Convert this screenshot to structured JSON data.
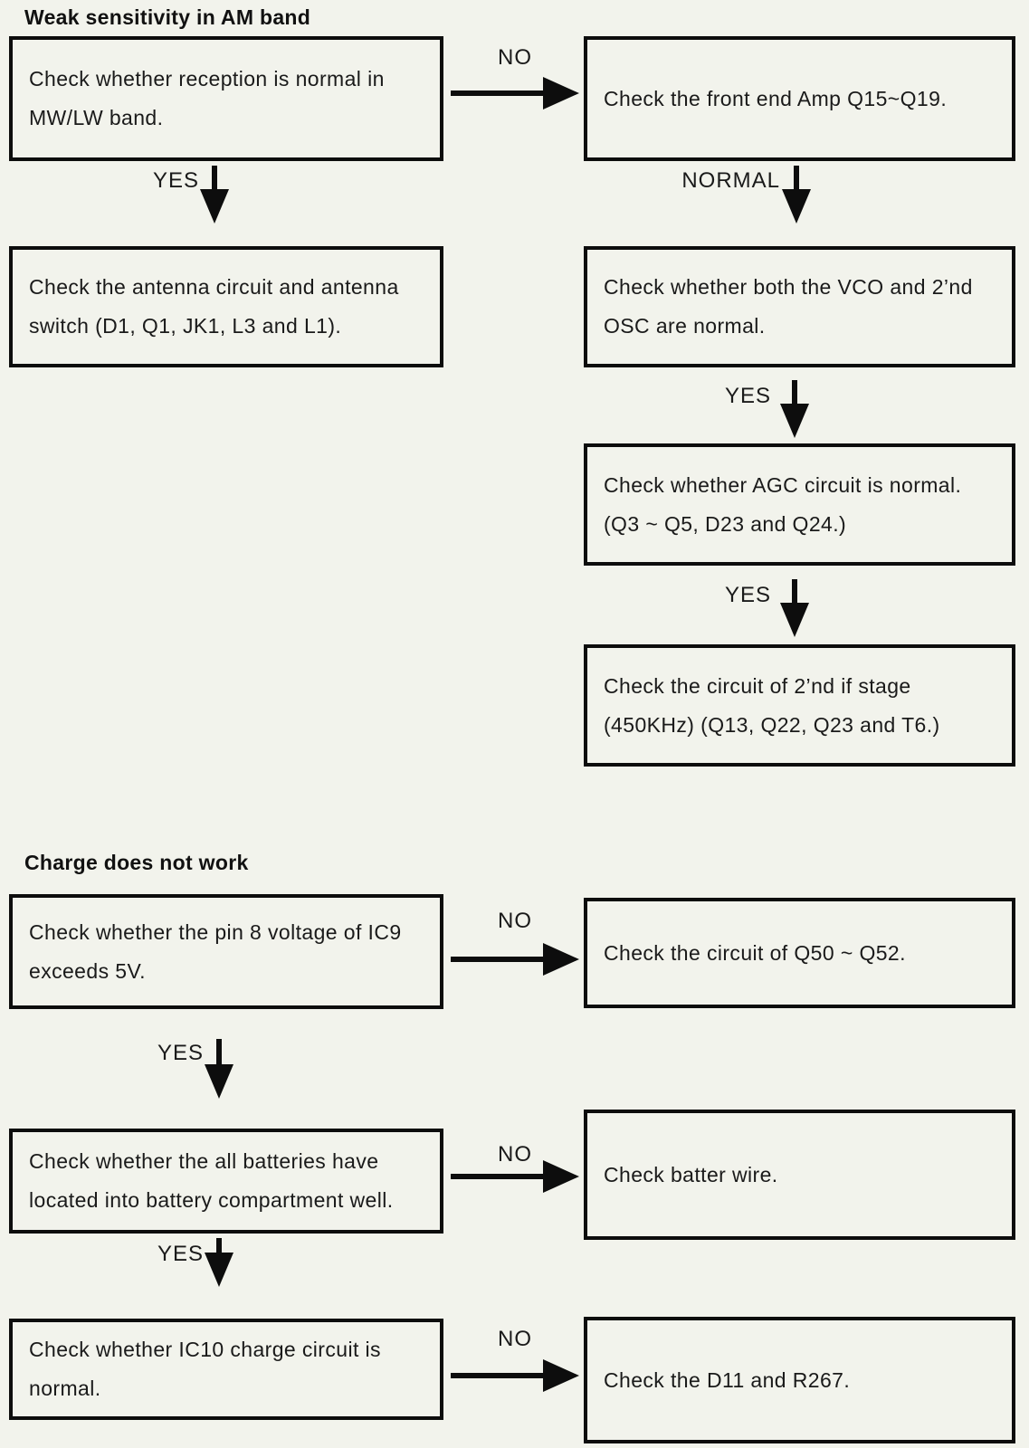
{
  "sections": [
    {
      "title": "Weak sensitivity in AM band",
      "nodes": {
        "reception": {
          "lines": [
            "Check whether reception is normal in",
            "MW/LW band."
          ]
        },
        "front_end": {
          "lines": [
            "Check the front end Amp Q15~Q19."
          ]
        },
        "antenna": {
          "lines": [
            "Check the antenna circuit and antenna",
            "switch (D1, Q1, JK1, L3 and L1)."
          ]
        },
        "vco_osc": {
          "lines": [
            "Check whether both the VCO and 2’nd",
            "OSC are normal."
          ]
        },
        "agc": {
          "lines": [
            "Check whether AGC circuit is normal.",
            "(Q3 ~ Q5, D23 and Q24.)"
          ]
        },
        "if_stage": {
          "lines": [
            "Check the circuit of 2’nd if stage",
            "(450KHz) (Q13, Q22, Q23 and T6.)"
          ]
        }
      },
      "connectors": {
        "no1": "NO",
        "yes1": "YES",
        "normal1": "NORMAL",
        "yes2": "YES",
        "yes3": "YES"
      }
    },
    {
      "title": "Charge does not work",
      "nodes": {
        "ic9_voltage": {
          "lines": [
            "Check whether the pin 8 voltage of IC9",
            "exceeds 5V."
          ]
        },
        "q50_circuit": {
          "lines": [
            "Check the circuit of Q50 ~ Q52."
          ]
        },
        "batteries": {
          "lines": [
            "Check whether the all batteries have",
            "located into battery compartment well."
          ]
        },
        "batter_wire": {
          "lines": [
            "Check batter wire."
          ]
        },
        "ic10_charge": {
          "lines": [
            "Check whether IC10 charge circuit is",
            "normal."
          ]
        },
        "d11_r267": {
          "lines": [
            "Check the D11 and R267."
          ]
        }
      },
      "connectors": {
        "no1": "NO",
        "yes1": "YES",
        "no2": "NO",
        "yes2": "YES",
        "no3": "NO"
      }
    }
  ]
}
